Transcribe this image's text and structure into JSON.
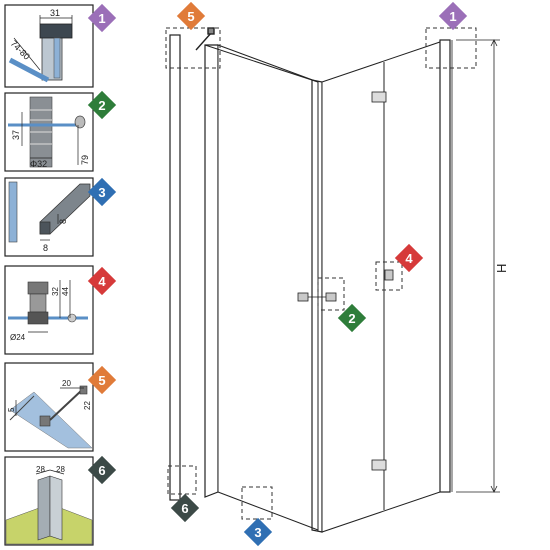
{
  "badge_colors": {
    "1": "#9b6fb8",
    "2": "#2e7d3a",
    "3": "#2f6fb3",
    "4": "#d63a3a",
    "5": "#e07b39",
    "6": "#3c4a47"
  },
  "badges": {
    "b1": "1",
    "b2": "2",
    "b3": "3",
    "b4": "4",
    "b5": "5",
    "b6": "6"
  },
  "details": {
    "d1": {
      "width": "31",
      "range": "74-80"
    },
    "d2": {
      "height": "37",
      "diameter": "Φ32",
      "offset": "79"
    },
    "d3": {
      "a": "8",
      "b": "8"
    },
    "d4": {
      "top": "32",
      "side": "44",
      "diameter": "Ø24"
    },
    "d5": {
      "a": "20",
      "b": "22",
      "c": "5"
    },
    "d6": {
      "a": "28",
      "b": "28"
    }
  },
  "height_label": "H"
}
